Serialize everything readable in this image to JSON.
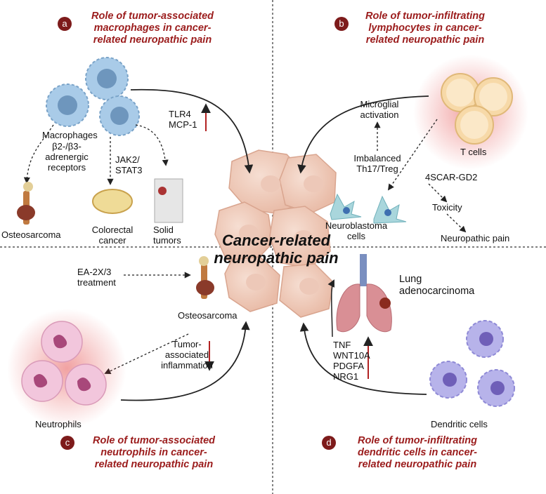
{
  "center": {
    "line1": "Cancer-related",
    "line2": "neuropathic pain"
  },
  "panel_a": {
    "badge": "a",
    "title": [
      "Role of tumor-associated",
      "macrophages in cancer-",
      "related neuropathic pain"
    ],
    "macrophages_label": "Macrophages",
    "receptors_label": [
      "β2-/β3-",
      "adrenergic",
      "receptors"
    ],
    "jak_label": [
      "JAK2/",
      "STAT3"
    ],
    "tlr_label": [
      "TLR4",
      "MCP-1"
    ],
    "osteosarcoma_label": "Osteosarcoma",
    "colorectal_label": [
      "Colorectal",
      "cancer"
    ],
    "solid_label": [
      "Solid",
      "tumors"
    ]
  },
  "panel_b": {
    "badge": "b",
    "title": [
      "Role of tumor-infiltrating",
      "lymphocytes in cancer-",
      "related neuropathic pain"
    ],
    "microglial_label": [
      "Microglial",
      "activation"
    ],
    "tcells_label": "T cells",
    "imbalanced_label": [
      "Imbalanced",
      "Th17/Treg"
    ],
    "scar_label": "4SCAR-GD2",
    "toxicity_label": "Toxicity",
    "neuroblastoma_label": [
      "Neuroblastoma",
      "cells"
    ],
    "neuropathic_label": "Neuropathic pain"
  },
  "panel_c": {
    "badge": "c",
    "title": [
      "Role of tumor-associated",
      "neutrophils in cancer-",
      "related neuropathic pain"
    ],
    "ea_label": [
      "EA-2X/3",
      "treatment"
    ],
    "osteosarcoma_label": "Osteosarcoma",
    "inflammation_label": [
      "Tumor-",
      "associated",
      "inflammation"
    ],
    "neutrophils_label": "Neutrophils"
  },
  "panel_d": {
    "badge": "d",
    "title": [
      "Role of tumor-infiltrating",
      "dendritic cells in cancer-",
      "related neuropathic pain"
    ],
    "lung_label": [
      "Lung",
      "adenocarcinoma"
    ],
    "genes_label": [
      "TNF",
      "WNT10A",
      "PDGFA",
      "NRG1"
    ],
    "dendritic_label": "Dendritic cells"
  },
  "colors": {
    "title_red": "#9b1c1c",
    "badge": "#7d1b1b",
    "up_arrow": "#b22222",
    "macrophage": "#a9cbe8",
    "tcell": "#f7d9a8",
    "neutrophil": "#f2c6dc",
    "dendritic": "#b7b3ea",
    "lung": "#d98f95"
  }
}
